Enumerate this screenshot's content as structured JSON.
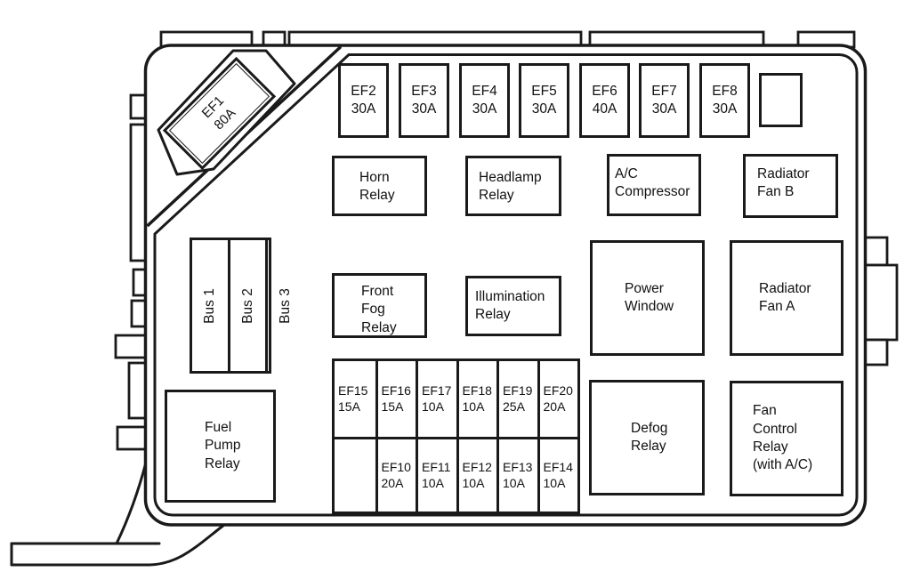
{
  "colors": {
    "line": "#1a1a1a",
    "background": "#ffffff"
  },
  "ef1": {
    "name": "EF1",
    "amp": "80A"
  },
  "top_fuses": [
    {
      "name": "EF2",
      "amp": "30A"
    },
    {
      "name": "EF3",
      "amp": "30A"
    },
    {
      "name": "EF4",
      "amp": "30A"
    },
    {
      "name": "EF5",
      "amp": "30A"
    },
    {
      "name": "EF6",
      "amp": "40A"
    },
    {
      "name": "EF7",
      "amp": "30A"
    },
    {
      "name": "EF8",
      "amp": "30A"
    }
  ],
  "relays": {
    "horn": "Horn\nRelay",
    "headlamp": "Headlamp\nRelay",
    "ac_compressor": "A/C\nCompressor",
    "radiator_fan_b": "Radiator\nFan B",
    "front_fog": "Front\nFog\nRelay",
    "illumination": "Illumination\nRelay",
    "power_window": "Power\nWindow",
    "radiator_fan_a": "Radiator\nFan A",
    "fuel_pump": "Fuel\nPump\nRelay",
    "defog": "Defog\nRelay",
    "fan_control": "Fan\nControl\nRelay\n(with A/C)"
  },
  "buses": [
    "Bus 1",
    "Bus 2",
    "Bus 3"
  ],
  "fuse_grid": {
    "row1": [
      {
        "name": "EF15",
        "amp": "15A"
      },
      {
        "name": "EF16",
        "amp": "15A"
      },
      {
        "name": "EF17",
        "amp": "10A"
      },
      {
        "name": "EF18",
        "amp": "10A"
      },
      {
        "name": "EF19",
        "amp": "25A"
      },
      {
        "name": "EF20",
        "amp": "20A"
      }
    ],
    "row2": [
      {
        "name": "EF10",
        "amp": "20A"
      },
      {
        "name": "EF11",
        "amp": "10A"
      },
      {
        "name": "EF12",
        "amp": "10A"
      },
      {
        "name": "EF13",
        "amp": "10A"
      },
      {
        "name": "EF14",
        "amp": "10A"
      }
    ]
  },
  "icons": {
    "diode": "diode-icon"
  }
}
